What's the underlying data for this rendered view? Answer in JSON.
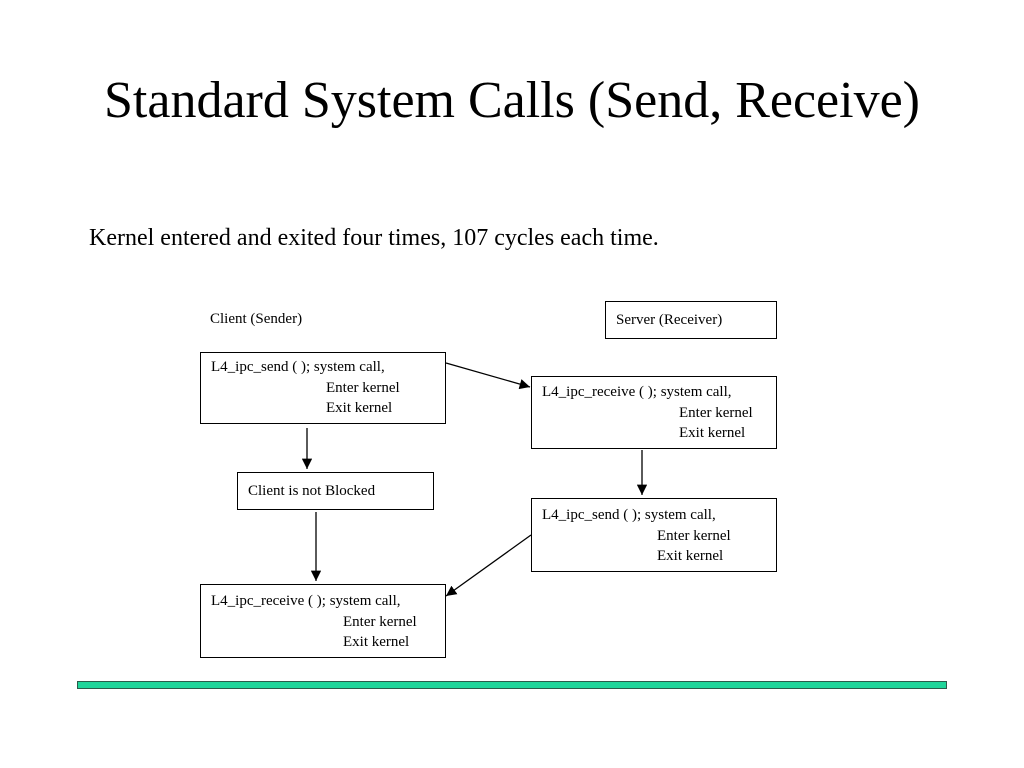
{
  "title": "Standard System Calls (Send, Receive)",
  "subtitle": "Kernel entered and exited four times, 107 cycles each time.",
  "client_label": "Client (Sender)",
  "server_label": "Server (Receiver)",
  "client_send": {
    "call": "L4_ipc_send ( ); system call,",
    "enter": "Enter kernel",
    "exit": "Exit kernel"
  },
  "client_status": "Client is not Blocked",
  "client_receive": {
    "call": "L4_ipc_receive ( ); system call,",
    "enter": "Enter kernel",
    "exit": "Exit kernel"
  },
  "server_receive": {
    "call": "L4_ipc_receive ( ); system call,",
    "enter": "Enter kernel",
    "exit": "Exit kernel"
  },
  "server_send": {
    "call": "L4_ipc_send ( ); system call,",
    "enter": "Enter kernel",
    "exit": "Exit kernel"
  },
  "colors": {
    "footer_bar": "#1fd59a",
    "footer_border": "#2b5a4a"
  }
}
